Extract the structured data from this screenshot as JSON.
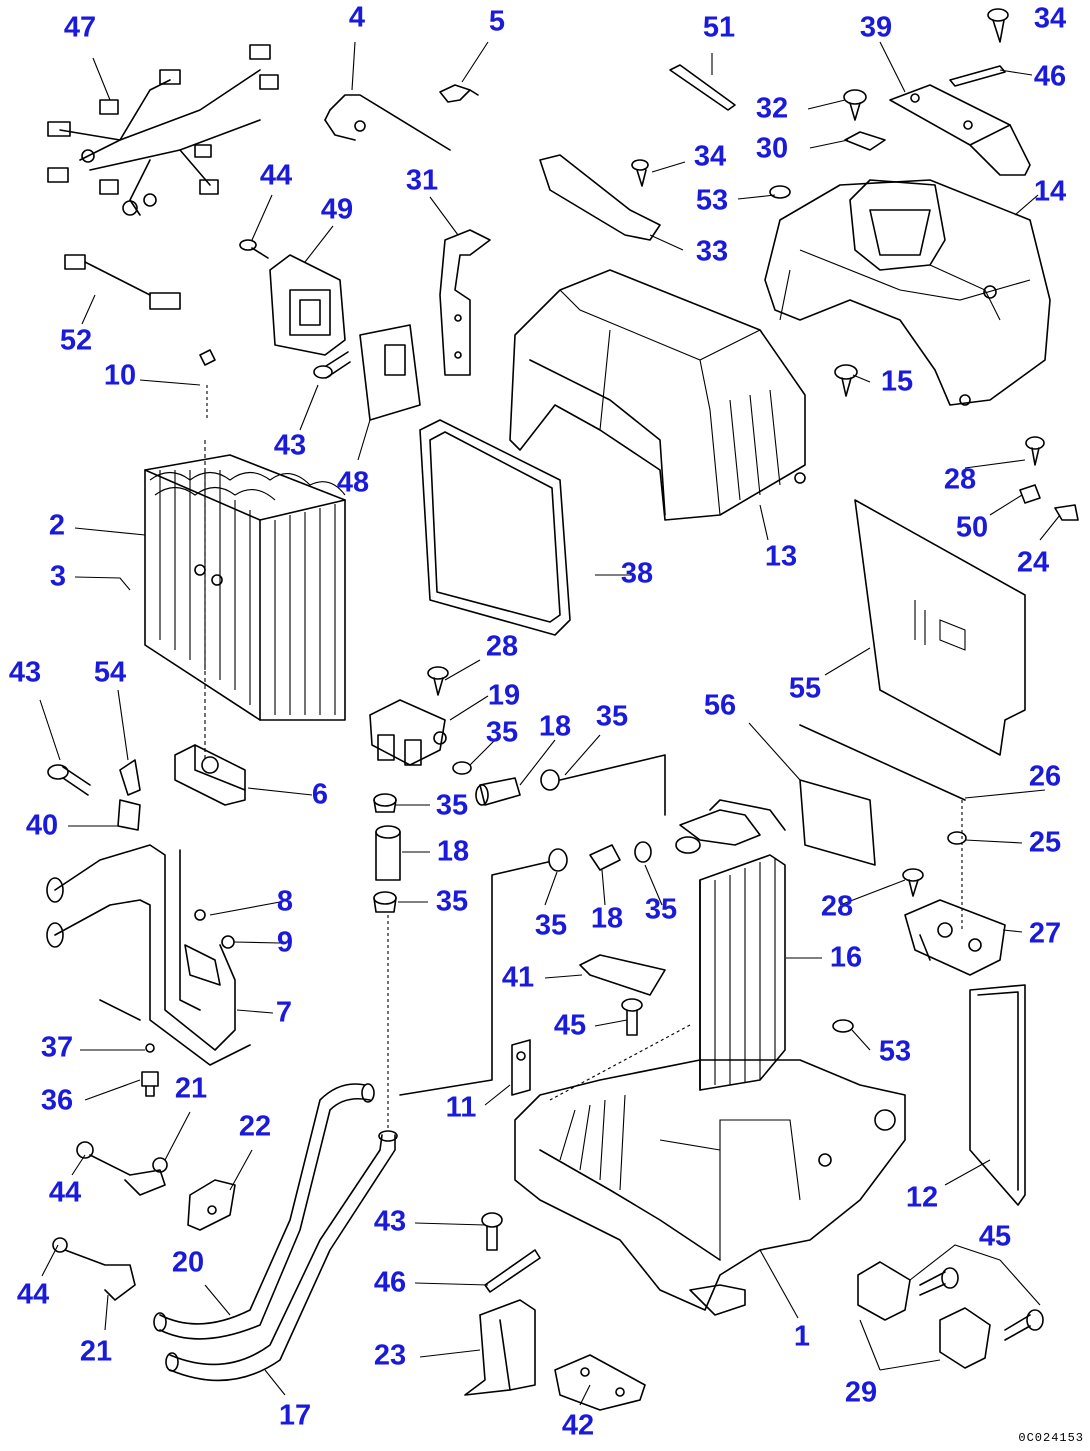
{
  "colors": {
    "callout": "#1a1adc",
    "line": "#000000",
    "background": "#ffffff"
  },
  "drawing_code": "0C024153",
  "callouts": [
    {
      "id": "c47a",
      "label": "47"
    },
    {
      "id": "c4",
      "label": "4"
    },
    {
      "id": "c5",
      "label": "5"
    },
    {
      "id": "c51",
      "label": "51"
    },
    {
      "id": "c39",
      "label": "39"
    },
    {
      "id": "c34a",
      "label": "34"
    },
    {
      "id": "c46a",
      "label": "46"
    },
    {
      "id": "c32",
      "label": "32"
    },
    {
      "id": "c30",
      "label": "30"
    },
    {
      "id": "c34b",
      "label": "34"
    },
    {
      "id": "c53a",
      "label": "53"
    },
    {
      "id": "c14",
      "label": "14"
    },
    {
      "id": "c44a",
      "label": "44"
    },
    {
      "id": "c49",
      "label": "49"
    },
    {
      "id": "c31",
      "label": "31"
    },
    {
      "id": "c33",
      "label": "33"
    },
    {
      "id": "c52",
      "label": "52"
    },
    {
      "id": "c10",
      "label": "10"
    },
    {
      "id": "c15",
      "label": "15"
    },
    {
      "id": "c43a",
      "label": "43"
    },
    {
      "id": "c48",
      "label": "48"
    },
    {
      "id": "c28a",
      "label": "28"
    },
    {
      "id": "c2",
      "label": "2"
    },
    {
      "id": "c50",
      "label": "50"
    },
    {
      "id": "c13",
      "label": "13"
    },
    {
      "id": "c24",
      "label": "24"
    },
    {
      "id": "c3",
      "label": "3"
    },
    {
      "id": "c38",
      "label": "38"
    },
    {
      "id": "c28b",
      "label": "28"
    },
    {
      "id": "c55",
      "label": "55"
    },
    {
      "id": "c43b",
      "label": "43"
    },
    {
      "id": "c54",
      "label": "54"
    },
    {
      "id": "c19",
      "label": "19"
    },
    {
      "id": "c56",
      "label": "56"
    },
    {
      "id": "c35a",
      "label": "35"
    },
    {
      "id": "c18a",
      "label": "18"
    },
    {
      "id": "c35b",
      "label": "35"
    },
    {
      "id": "c6",
      "label": "6"
    },
    {
      "id": "c26",
      "label": "26"
    },
    {
      "id": "c40",
      "label": "40"
    },
    {
      "id": "c35c",
      "label": "35"
    },
    {
      "id": "c25",
      "label": "25"
    },
    {
      "id": "c18b",
      "label": "18"
    },
    {
      "id": "c8",
      "label": "8"
    },
    {
      "id": "c35d",
      "label": "35"
    },
    {
      "id": "c28c",
      "label": "28"
    },
    {
      "id": "c9",
      "label": "9"
    },
    {
      "id": "c35e",
      "label": "35"
    },
    {
      "id": "c18c",
      "label": "18"
    },
    {
      "id": "c35f",
      "label": "35"
    },
    {
      "id": "c27",
      "label": "27"
    },
    {
      "id": "c16",
      "label": "16"
    },
    {
      "id": "c7",
      "label": "7"
    },
    {
      "id": "c41",
      "label": "41"
    },
    {
      "id": "c45a",
      "label": "45"
    },
    {
      "id": "c37",
      "label": "37"
    },
    {
      "id": "c53b",
      "label": "53"
    },
    {
      "id": "c36",
      "label": "36"
    },
    {
      "id": "c21a",
      "label": "21"
    },
    {
      "id": "c11",
      "label": "11"
    },
    {
      "id": "c22",
      "label": "22"
    },
    {
      "id": "c12",
      "label": "12"
    },
    {
      "id": "c44b",
      "label": "44"
    },
    {
      "id": "c43c",
      "label": "43"
    },
    {
      "id": "c45b",
      "label": "45"
    },
    {
      "id": "c20",
      "label": "20"
    },
    {
      "id": "c46b",
      "label": "46"
    },
    {
      "id": "c44c",
      "label": "44"
    },
    {
      "id": "c1",
      "label": "1"
    },
    {
      "id": "c21b",
      "label": "21"
    },
    {
      "id": "c23",
      "label": "23"
    },
    {
      "id": "c29",
      "label": "29"
    },
    {
      "id": "c17",
      "label": "17"
    },
    {
      "id": "c42",
      "label": "42"
    }
  ]
}
